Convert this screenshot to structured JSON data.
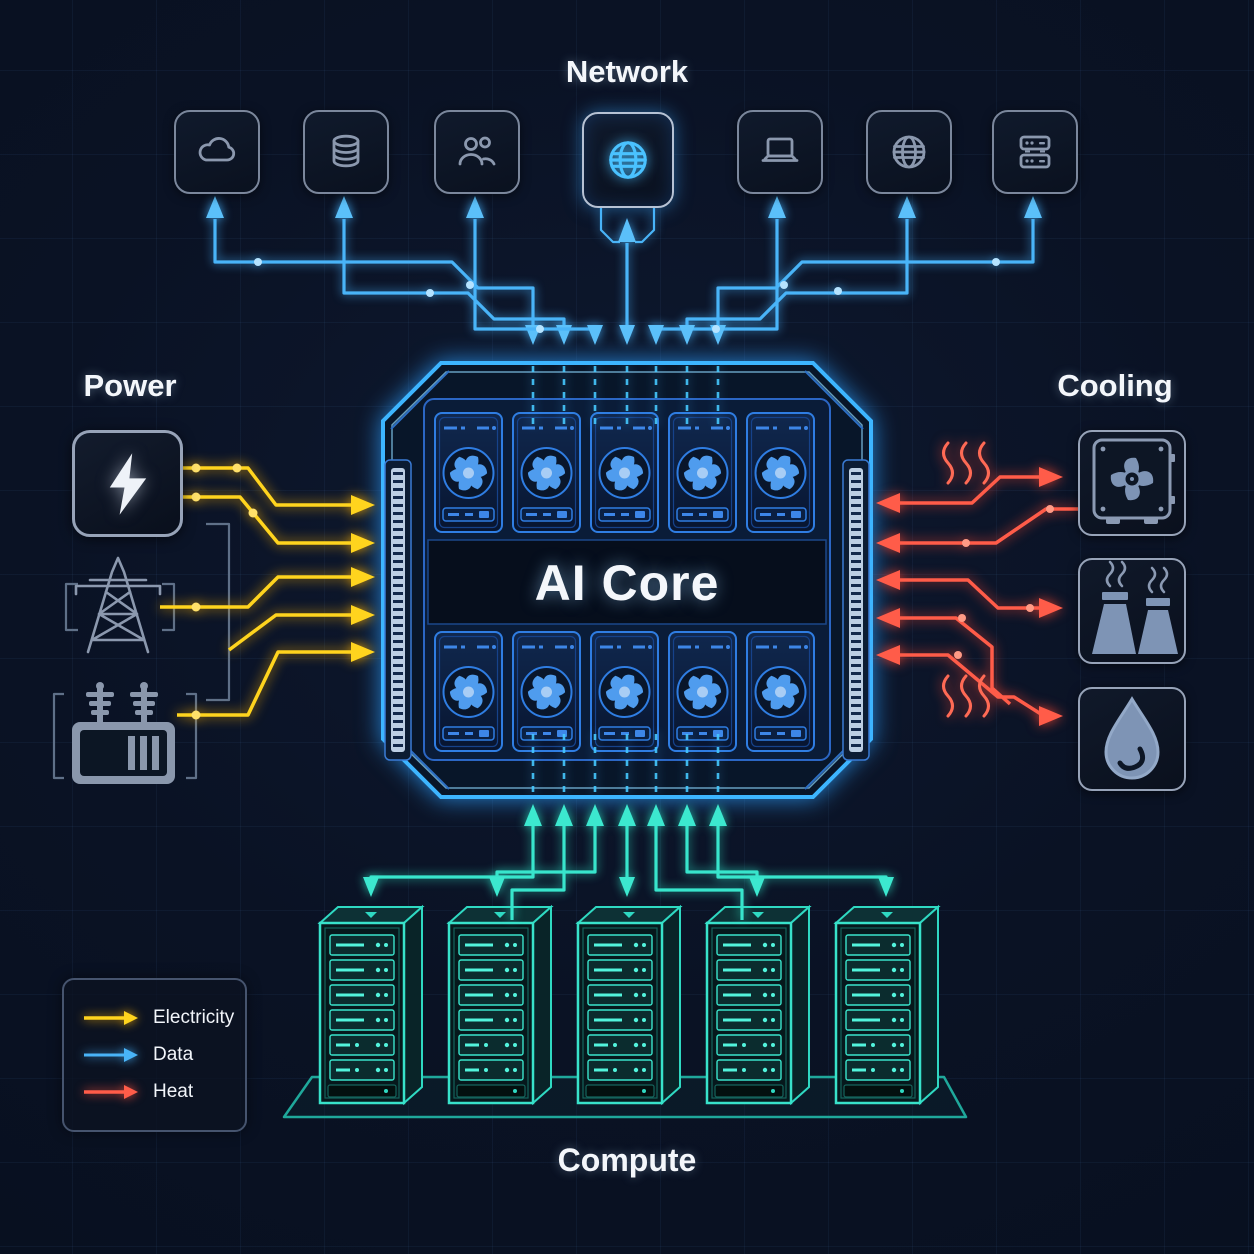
{
  "titles": {
    "network": "Network",
    "power": "Power",
    "cooling": "Cooling",
    "compute": "Compute",
    "ai_core": "AI Core"
  },
  "legend": {
    "items": [
      {
        "label": "Electricity",
        "color": "#ffd41e"
      },
      {
        "label": "Data",
        "color": "#49b4f8"
      },
      {
        "label": "Heat",
        "color": "#ff5c49"
      }
    ]
  },
  "network": {
    "icons": [
      "cloud-icon",
      "database-icon",
      "users-icon",
      "globe-icon",
      "laptop-icon",
      "globe-grid-icon",
      "server-stack-icon"
    ],
    "highlighted_icon": "globe-icon"
  },
  "power": {
    "icons": [
      "lightning-bolt-icon",
      "transmission-tower-icon",
      "transformer-icon"
    ]
  },
  "cooling": {
    "icons": [
      "fan-unit-icon",
      "cooling-towers-icon",
      "water-drop-icon"
    ]
  },
  "compute": {
    "racks": 5,
    "bays_per_rack": 6
  },
  "core": {
    "gpu_modules": 10,
    "rows": 2
  },
  "colors": {
    "background": "#0a1122",
    "electricity": "#ffd41e",
    "data": "#49b4f8",
    "heat": "#ff5c49",
    "compute_teal": "#38e5cc",
    "core_border": "#3db5ff",
    "icon_stroke": "#8b98ae",
    "text": "#f4f6f9"
  }
}
